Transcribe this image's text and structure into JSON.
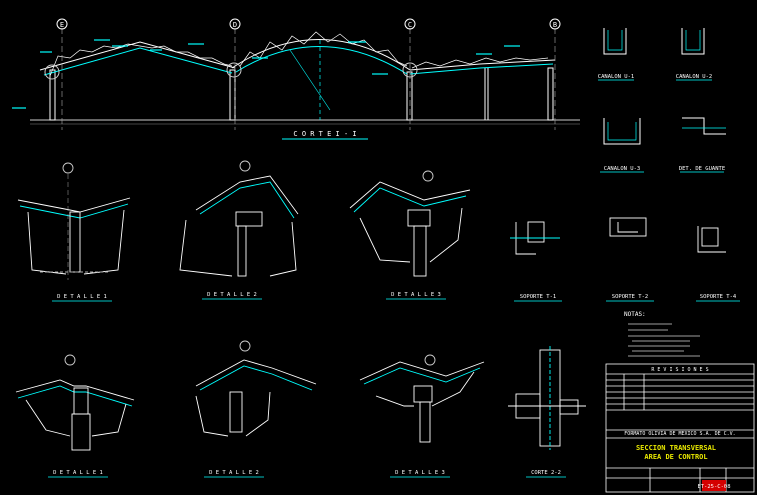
{
  "drawing": {
    "grid_bubbles": [
      "E",
      "D",
      "C",
      "B"
    ],
    "main_section_title": "C O R T E   I - I",
    "gutter_sections": [
      "CANALON U-1",
      "CANALON U-2",
      "CANALON U-3",
      "DET. DE GUANTE"
    ],
    "support_sections": [
      "SOPORTE T-1",
      "SOPORTE T-2",
      "SOPORTE T-4"
    ],
    "details_row1": [
      "D E T A L L E   1",
      "D E T A L L E   2",
      "D E T A L L E   3"
    ],
    "details_row2": [
      "D E T A L L E   1",
      "D E T A L L E   2",
      "D E T A L L E   3",
      "CORTE 2-2"
    ],
    "notes_title": "NOTAS:",
    "title_block": {
      "header": "R E V I S I O N E S",
      "company": "FORMATO OLIVIA DE MEXICO S.A. DE C.V.",
      "title_line1": "SECCION TRANSVERSAL",
      "title_line2": "AREA DE CONTROL",
      "sheet_code": "ET-25-C-08"
    }
  },
  "colors": {
    "background": "#000000",
    "linework": "#ffffff",
    "annotation": "#00ffff",
    "label_dim": "#9e9e9e",
    "title_highlight": "#e8e800",
    "sheet_code_bg": "#d40000"
  }
}
